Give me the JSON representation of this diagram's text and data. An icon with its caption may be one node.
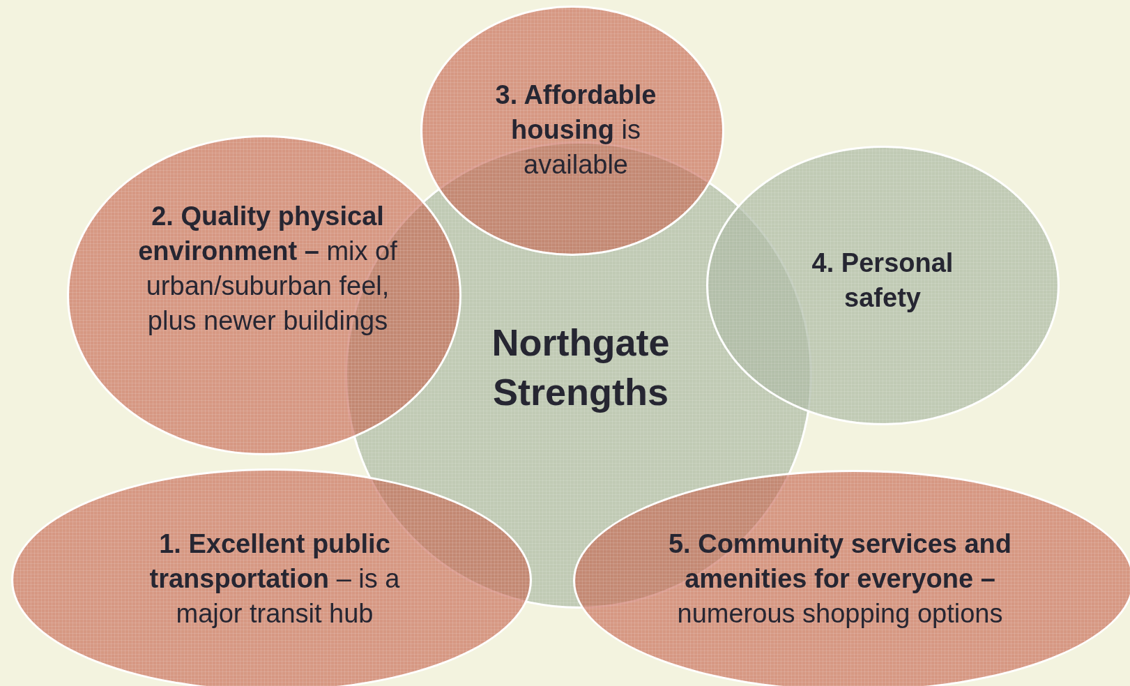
{
  "diagram": {
    "nodes": [
      {
        "text": [
          "**3. Affordable housing** is available"
        ]
      },
      {
        "text": [
          "**2. Quality physical environment –** mix of urban/suburban feel, plus newer buildings"
        ]
      },
      {
        "text": [
          "4. Personal safety"
        ]
      },
      {
        "text": [
          "Northgate Strengths"
        ]
      },
      {
        "text": [
          "**1. Excellent public transportation** – is a major transit hub"
        ]
      },
      {
        "text": [
          "**5. Community services and amenities for everyone –** numerous shopping options"
        ]
      }
    ]
  }
}
